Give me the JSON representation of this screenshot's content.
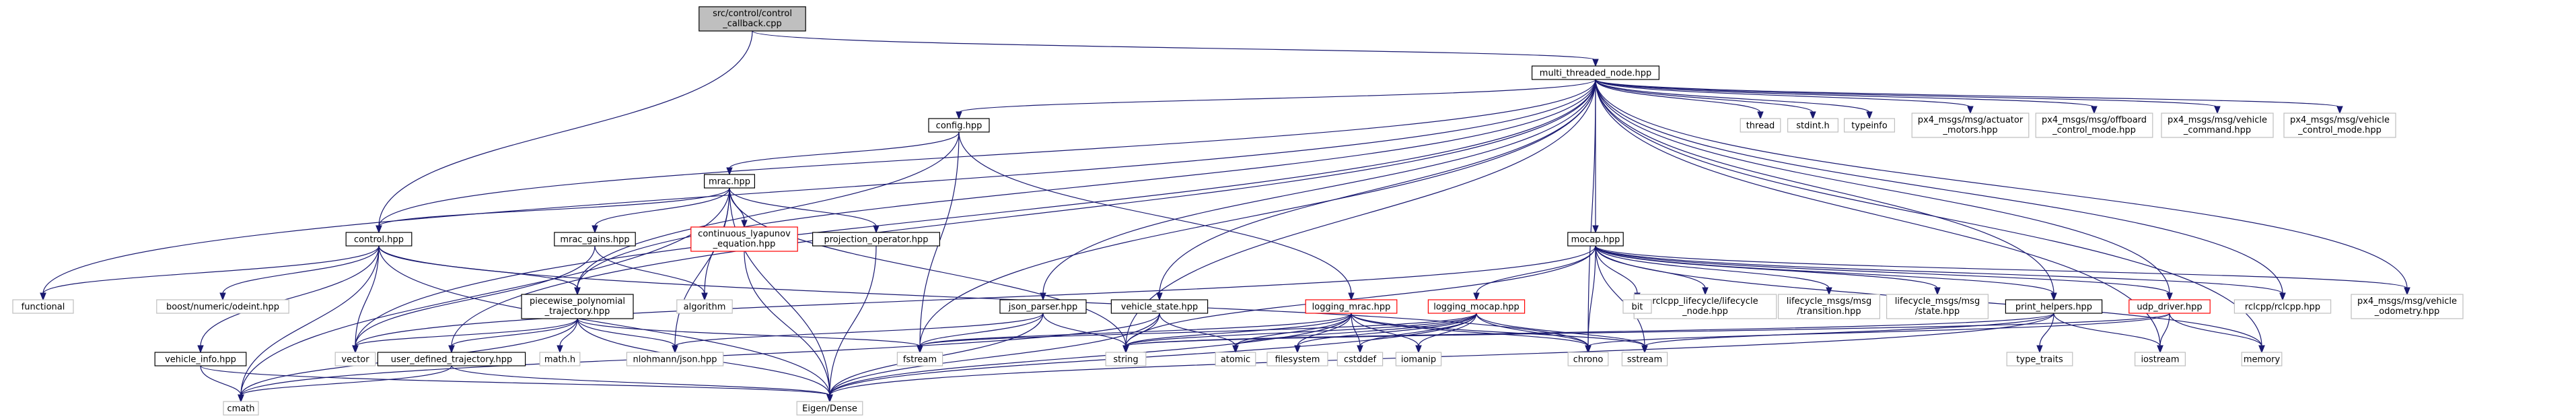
{
  "graph": {
    "nodes": [
      {
        "id": "callback",
        "lines": [
          "src/control/control",
          "_callback.cpp"
        ],
        "style": "root"
      },
      {
        "id": "mtn",
        "lines": [
          "multi_threaded_node.hpp"
        ],
        "style": "doc"
      },
      {
        "id": "config",
        "lines": [
          "config.hpp"
        ],
        "style": "doc"
      },
      {
        "id": "mrac",
        "lines": [
          "mrac.hpp"
        ],
        "style": "doc"
      },
      {
        "id": "control",
        "lines": [
          "control.hpp"
        ],
        "style": "doc"
      },
      {
        "id": "mrac_gains",
        "lines": [
          "mrac_gains.hpp"
        ],
        "style": "doc"
      },
      {
        "id": "lyap",
        "lines": [
          "continuous_lyapunov",
          "_equation.hpp"
        ],
        "style": "trunc"
      },
      {
        "id": "projop",
        "lines": [
          "projection_operator.hpp"
        ],
        "style": "doc"
      },
      {
        "id": "pwpoly",
        "lines": [
          "piecewise_polynomial",
          "_trajectory.hpp"
        ],
        "style": "doc"
      },
      {
        "id": "vinfo",
        "lines": [
          "vehicle_info.hpp"
        ],
        "style": "doc"
      },
      {
        "id": "udtraj",
        "lines": [
          "user_defined_trajectory.hpp"
        ],
        "style": "doc"
      },
      {
        "id": "json_parser",
        "lines": [
          "json_parser.hpp"
        ],
        "style": "doc"
      },
      {
        "id": "vstate",
        "lines": [
          "vehicle_state.hpp"
        ],
        "style": "doc"
      },
      {
        "id": "logmrac",
        "lines": [
          "logging_mrac.hpp"
        ],
        "style": "trunc"
      },
      {
        "id": "mocap",
        "lines": [
          "mocap.hpp"
        ],
        "style": "doc"
      },
      {
        "id": "logmocap",
        "lines": [
          "logging_mocap.hpp"
        ],
        "style": "trunc"
      },
      {
        "id": "rclcpp_lc",
        "lines": [
          "rclcpp_lifecycle/lifecycle",
          "_node.hpp"
        ],
        "style": "sys"
      },
      {
        "id": "lc_trans",
        "lines": [
          "lifecycle_msgs/msg",
          "/transition.hpp"
        ],
        "style": "sys"
      },
      {
        "id": "lc_state",
        "lines": [
          "lifecycle_msgs/msg",
          "/state.hpp"
        ],
        "style": "sys"
      },
      {
        "id": "print",
        "lines": [
          "print_helpers.hpp"
        ],
        "style": "doc"
      },
      {
        "id": "udp",
        "lines": [
          "udp_driver.hpp"
        ],
        "style": "trunc"
      },
      {
        "id": "rclcpp",
        "lines": [
          "rclcpp/rclcpp.hpp"
        ],
        "style": "sys"
      },
      {
        "id": "px4_odom",
        "lines": [
          "px4_msgs/msg/vehicle",
          "_odometry.hpp"
        ],
        "style": "sys"
      },
      {
        "id": "thread",
        "lines": [
          "thread"
        ],
        "style": "sys"
      },
      {
        "id": "stdint",
        "lines": [
          "stdint.h"
        ],
        "style": "sys"
      },
      {
        "id": "typeinfo",
        "lines": [
          "typeinfo"
        ],
        "style": "sys"
      },
      {
        "id": "px4_act",
        "lines": [
          "px4_msgs/msg/actuator",
          "_motors.hpp"
        ],
        "style": "sys"
      },
      {
        "id": "px4_off",
        "lines": [
          "px4_msgs/msg/offboard",
          "_control_mode.hpp"
        ],
        "style": "sys"
      },
      {
        "id": "px4_cmd",
        "lines": [
          "px4_msgs/msg/vehicle",
          "_command.hpp"
        ],
        "style": "sys"
      },
      {
        "id": "px4_vcm",
        "lines": [
          "px4_msgs/msg/vehicle",
          "_control_mode.hpp"
        ],
        "style": "sys"
      },
      {
        "id": "functional",
        "lines": [
          "functional"
        ],
        "style": "sys"
      },
      {
        "id": "odeint",
        "lines": [
          "boost/numeric/odeint.hpp"
        ],
        "style": "sys"
      },
      {
        "id": "algorithm",
        "lines": [
          "algorithm"
        ],
        "style": "sys"
      },
      {
        "id": "vector",
        "lines": [
          "vector"
        ],
        "style": "sys"
      },
      {
        "id": "cmath",
        "lines": [
          "cmath"
        ],
        "style": "sys"
      },
      {
        "id": "mathh",
        "lines": [
          "math.h"
        ],
        "style": "sys"
      },
      {
        "id": "nlohmann",
        "lines": [
          "nlohmann/json.hpp"
        ],
        "style": "sys"
      },
      {
        "id": "fstream",
        "lines": [
          "fstream"
        ],
        "style": "sys"
      },
      {
        "id": "eigen",
        "lines": [
          "Eigen/Dense"
        ],
        "style": "sys"
      },
      {
        "id": "string",
        "lines": [
          "string"
        ],
        "style": "sys"
      },
      {
        "id": "atomic",
        "lines": [
          "atomic"
        ],
        "style": "sys"
      },
      {
        "id": "filesystem",
        "lines": [
          "filesystem"
        ],
        "style": "sys"
      },
      {
        "id": "cstddef",
        "lines": [
          "cstddef"
        ],
        "style": "sys"
      },
      {
        "id": "iomanip",
        "lines": [
          "iomanip"
        ],
        "style": "sys"
      },
      {
        "id": "chrono",
        "lines": [
          "chrono"
        ],
        "style": "sys"
      },
      {
        "id": "sstream",
        "lines": [
          "sstream"
        ],
        "style": "sys"
      },
      {
        "id": "bit",
        "lines": [
          "bit"
        ],
        "style": "sys"
      },
      {
        "id": "type_traits",
        "lines": [
          "type_traits"
        ],
        "style": "sys"
      },
      {
        "id": "iostream",
        "lines": [
          "iostream"
        ],
        "style": "sys"
      },
      {
        "id": "memory",
        "lines": [
          "memory"
        ],
        "style": "sys"
      }
    ],
    "edges": [
      [
        "callback",
        "mtn"
      ],
      [
        "callback",
        "control"
      ],
      [
        "mtn",
        "config"
      ],
      [
        "mtn",
        "control"
      ],
      [
        "mtn",
        "functional"
      ],
      [
        "mtn",
        "vector"
      ],
      [
        "mtn",
        "pwpoly"
      ],
      [
        "mtn",
        "udtraj"
      ],
      [
        "mtn",
        "fstream"
      ],
      [
        "mtn",
        "json_parser"
      ],
      [
        "mtn",
        "vstate"
      ],
      [
        "mtn",
        "string"
      ],
      [
        "mtn",
        "chrono"
      ],
      [
        "mtn",
        "mocap"
      ],
      [
        "mtn",
        "print"
      ],
      [
        "mtn",
        "udp"
      ],
      [
        "mtn",
        "rclcpp"
      ],
      [
        "mtn",
        "thread"
      ],
      [
        "mtn",
        "stdint"
      ],
      [
        "mtn",
        "typeinfo"
      ],
      [
        "mtn",
        "px4_act"
      ],
      [
        "mtn",
        "px4_off"
      ],
      [
        "mtn",
        "px4_cmd"
      ],
      [
        "mtn",
        "px4_vcm"
      ],
      [
        "mtn",
        "px4_odom"
      ],
      [
        "mtn",
        "memory"
      ],
      [
        "mtn",
        "iostream"
      ],
      [
        "config",
        "mrac"
      ],
      [
        "config",
        "pwpoly"
      ],
      [
        "config",
        "fstream"
      ],
      [
        "config",
        "logmrac"
      ],
      [
        "mrac",
        "control"
      ],
      [
        "mrac",
        "mrac_gains"
      ],
      [
        "mrac",
        "lyap"
      ],
      [
        "mrac",
        "projop"
      ],
      [
        "mrac",
        "algorithm"
      ],
      [
        "mrac",
        "string"
      ],
      [
        "mrac",
        "eigen"
      ],
      [
        "mrac",
        "cmath"
      ],
      [
        "mrac",
        "nlohmann"
      ],
      [
        "control",
        "functional"
      ],
      [
        "control",
        "odeint"
      ],
      [
        "control",
        "vector"
      ],
      [
        "control",
        "pwpoly"
      ],
      [
        "control",
        "vinfo"
      ],
      [
        "control",
        "cmath"
      ],
      [
        "control",
        "eigen"
      ],
      [
        "control",
        "chrono"
      ],
      [
        "mrac_gains",
        "algorithm"
      ],
      [
        "mrac_gains",
        "vector"
      ],
      [
        "lyap",
        "eigen"
      ],
      [
        "projop",
        "eigen"
      ],
      [
        "pwpoly",
        "vector"
      ],
      [
        "pwpoly",
        "udtraj"
      ],
      [
        "pwpoly",
        "mathh"
      ],
      [
        "pwpoly",
        "nlohmann"
      ],
      [
        "pwpoly",
        "fstream"
      ],
      [
        "pwpoly",
        "eigen"
      ],
      [
        "pwpoly",
        "cmath"
      ],
      [
        "vinfo",
        "cmath"
      ],
      [
        "vinfo",
        "eigen"
      ],
      [
        "udtraj",
        "eigen"
      ],
      [
        "udtraj",
        "cmath"
      ],
      [
        "json_parser",
        "nlohmann"
      ],
      [
        "json_parser",
        "string"
      ],
      [
        "json_parser",
        "eigen"
      ],
      [
        "json_parser",
        "fstream"
      ],
      [
        "vstate",
        "eigen"
      ],
      [
        "vstate",
        "string"
      ],
      [
        "vstate",
        "atomic"
      ],
      [
        "vstate",
        "cmath"
      ],
      [
        "logmrac",
        "string"
      ],
      [
        "logmrac",
        "fstream"
      ],
      [
        "logmrac",
        "eigen"
      ],
      [
        "logmrac",
        "atomic"
      ],
      [
        "logmrac",
        "filesystem"
      ],
      [
        "logmrac",
        "cstddef"
      ],
      [
        "logmrac",
        "iomanip"
      ],
      [
        "logmrac",
        "chrono"
      ],
      [
        "logmrac",
        "sstream"
      ],
      [
        "mocap",
        "vector"
      ],
      [
        "mocap",
        "string"
      ],
      [
        "mocap",
        "chrono"
      ],
      [
        "mocap",
        "logmocap"
      ],
      [
        "mocap",
        "sstream"
      ],
      [
        "mocap",
        "bit"
      ],
      [
        "mocap",
        "rclcpp_lc"
      ],
      [
        "mocap",
        "lc_trans"
      ],
      [
        "mocap",
        "lc_state"
      ],
      [
        "mocap",
        "print"
      ],
      [
        "mocap",
        "udp"
      ],
      [
        "mocap",
        "rclcpp"
      ],
      [
        "mocap",
        "px4_odom"
      ],
      [
        "mocap",
        "memory"
      ],
      [
        "logmocap",
        "string"
      ],
      [
        "logmocap",
        "fstream"
      ],
      [
        "logmocap",
        "eigen"
      ],
      [
        "logmocap",
        "atomic"
      ],
      [
        "logmocap",
        "filesystem"
      ],
      [
        "logmocap",
        "cstddef"
      ],
      [
        "logmocap",
        "iomanip"
      ],
      [
        "logmocap",
        "chrono"
      ],
      [
        "logmocap",
        "sstream"
      ],
      [
        "print",
        "string"
      ],
      [
        "print",
        "eigen"
      ],
      [
        "print",
        "type_traits"
      ],
      [
        "print",
        "iostream"
      ],
      [
        "print",
        "sstream"
      ],
      [
        "udp",
        "string"
      ],
      [
        "udp",
        "memory"
      ],
      [
        "udp",
        "iostream"
      ],
      [
        "udp",
        "chrono"
      ]
    ]
  },
  "colors": {
    "edge": "#191970",
    "root_fill": "#bfbfbf",
    "doc_border": "#000000",
    "sys_border": "#bfbfbf",
    "trunc_border": "#ff0000"
  }
}
